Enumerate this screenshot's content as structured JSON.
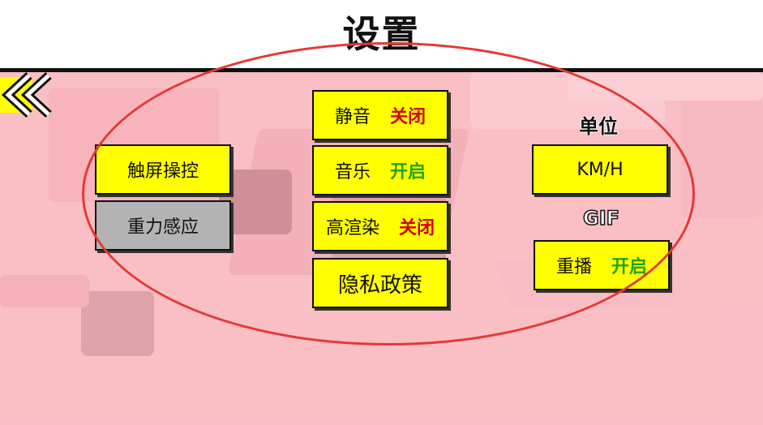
{
  "header": {
    "title": "设置"
  },
  "controls": {
    "touch_label": "触屏操控",
    "gravity_label": "重力感应"
  },
  "audio": {
    "mute_label": "静音",
    "mute_state": "关闭",
    "music_label": "音乐",
    "music_state": "开启",
    "hd_label": "高渲染",
    "hd_state": "关闭",
    "privacy_label": "隐私政策"
  },
  "units": {
    "heading": "单位",
    "value": "KM/H"
  },
  "gif": {
    "heading": "GIF",
    "replay_label": "重播",
    "replay_state": "开启"
  },
  "colors": {
    "button_yellow": "#ffff00",
    "button_gray": "#b3b3b3",
    "state_off": "#d50000",
    "state_on": "#22a412",
    "annotation_red": "#e53935",
    "background_pink": "#f7b6be"
  },
  "icons": {
    "back": "double-chevron-left-icon"
  }
}
